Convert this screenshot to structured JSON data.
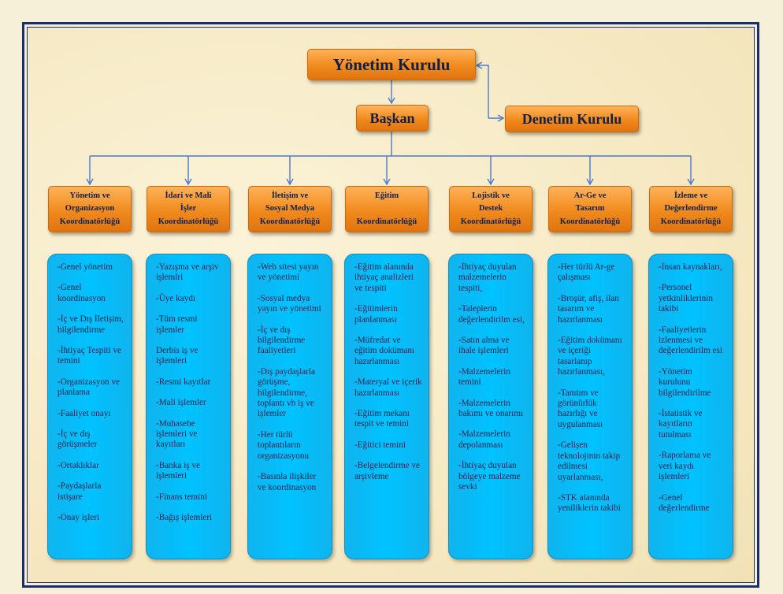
{
  "top": {
    "yonetim": "Yönetim Kurulu",
    "baskan": "Başkan",
    "denetim": "Denetim Kurulu"
  },
  "colors": {
    "orange": "#f08a1c",
    "cyan": "#00c2ff",
    "line": "#4a7ac8",
    "frame": "#1c2d6e"
  },
  "coordinators": [
    {
      "title": "Yönetim ve\nOrganizasyon\nKoordinatörlüğü",
      "items": [
        "-Genel yönetim",
        "-Genel koordinasyon",
        "-İç ve Dış İletişim, bilgilendirme",
        "-İhtiyaç Tespiti ve temini",
        "-Organizasyon ve planlama",
        "-Faaliyet onayı",
        "-İç ve dış görüşmeler",
        "-Ortaklıklar",
        "-Paydaşlarla istişare",
        "-Onay işleri"
      ]
    },
    {
      "title": "İdari ve Mali\nİşler\nKoordinatörlüğü",
      "items": [
        "-Yazışma ve arşiv işlemlri",
        "-Üye kaydı",
        "-Tüm resmi işlemler",
        "Derbis iş ve işlemleri",
        "-Resmi kayıtlar",
        "-Mali işlemler",
        "-Muhasebe işlemleri ve kayıtları",
        "-Banka  iş ve işlemleri",
        "-Finans temini",
        "-Bağış işlemleri"
      ]
    },
    {
      "title": "İletişim ve\nSosyal Medya\nKoordinatörlüğü",
      "items": [
        "-Web sitesi yayın ve yönetimi",
        "-Sosyal medya yayın ve yönetimi",
        "-İç ve dış bilgilendirme faaliyetleri",
        "-Dış paydaşlarla görüşme, bilgilendirme, toplantı vb iş ve işlemler",
        "-Her türlü toplantıların organizasyonu",
        "-Basınla ilişkiler ve koordinasyon"
      ]
    },
    {
      "title": "Eğitim\n\nKoordinatörlüğü",
      "items": [
        "-Eğitim alanında ihtiyaç analizleri ve tespiti",
        "-Eğitimlerin planlanması",
        "-Müfredat ve eğitim dokümanı hazırlanması",
        "-Materyal ve içerik hazırlanması",
        "-Eğitim mekanı tespit ve temini",
        "-Eğitici temini",
        "-Belgelendirme ve arşivleme"
      ]
    },
    {
      "title": "Lojistik ve\nDestek\nKoordinatörlüğü",
      "items": [
        "-İhtiyaç duyulan malzemelerin tespiti,",
        "-Taleplerin değerlendirilm esi,",
        "-Satın alma ve ihale işlemleri",
        "-Malzemelerin temini",
        "-Malzemelerin bakımı ve onarımı",
        "-Malzemelerin depolanması",
        "-İhtiyaç duyulan bölgeye malzeme sevki"
      ]
    },
    {
      "title": "Ar-Ge  ve\nTasarım\nKoordinatörlüğü",
      "items": [
        "-Her türlü Ar-ge çalışması",
        "-Broşür, afiş, ilan tasarım ve hazırlanması",
        "-Eğitim dokümanı ve içeriği tasarlanıp hazırlanması,",
        "-Tanıtım ve görünürlük hazırlığı ve uygulanması",
        "-Gelişen teknolojinin takip edilmesi uyarlanması,",
        "-STK alanında yeniliklerin takibi"
      ]
    },
    {
      "title": "İzleme ve\nDeğerlendirme\nKoordinatörlüğü",
      "items": [
        "-İnsan kaynakları,",
        "-Personel yetkinliklerinin takibi",
        "-Faaliyetlerin izlenmesi ve değerlendirilm esi",
        "-Yönetim kurulunu bilgilendirilme",
        "-İstatistik ve kayıtların tutulması",
        "-Raporlama ve veri kaydı işlemleri",
        "-Genel değerlendirme"
      ]
    }
  ]
}
